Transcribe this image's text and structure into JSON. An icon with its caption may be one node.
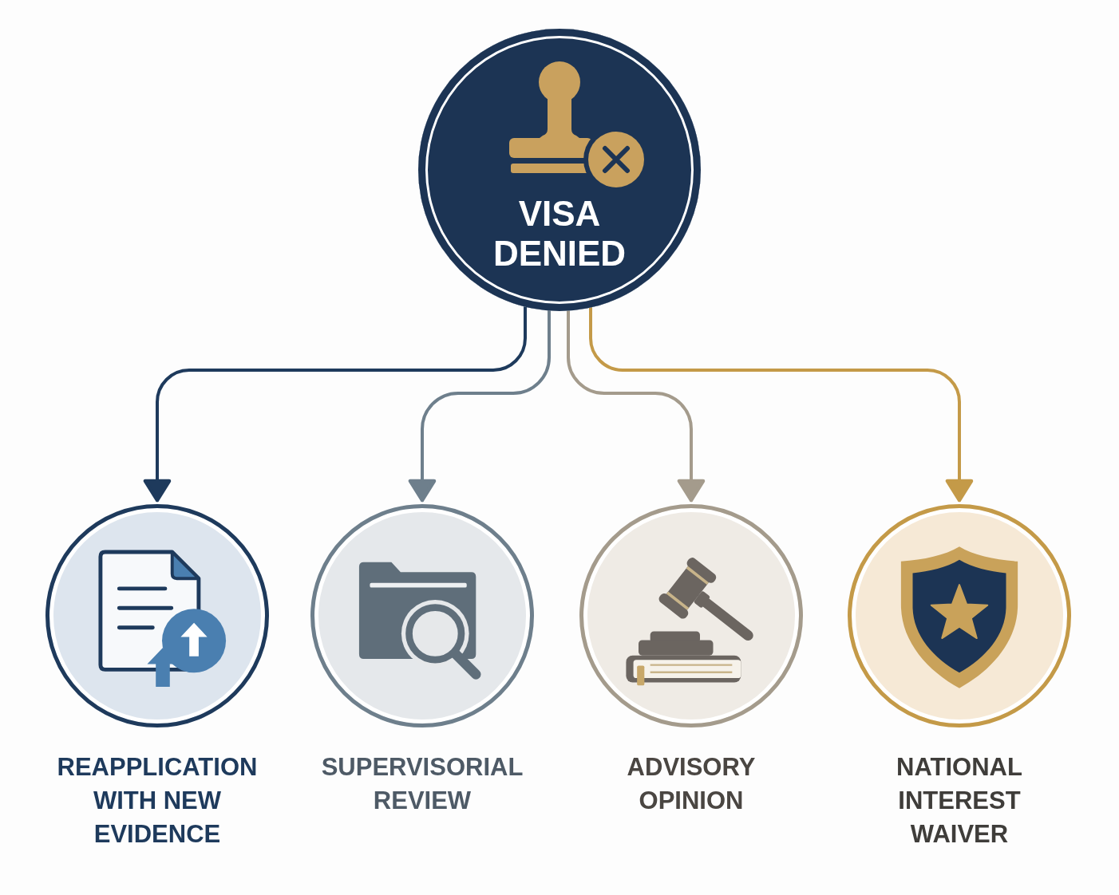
{
  "diagram": {
    "nodes": [
      {
        "text": [
          "VISA DENIED"
        ]
      },
      {
        "text": [
          "REAPPLICATION WITH NEW EVIDENCE"
        ]
      },
      {
        "text": [
          "SUPERVISORIAL REVIEW"
        ]
      },
      {
        "text": [
          "ADVISORY OPINION"
        ]
      },
      {
        "text": [
          "NATIONAL INTEREST WAIVER"
        ]
      }
    ],
    "edges": [
      {
        "from": 0,
        "to": 1,
        "arrow": "to",
        "color": "#1e3a5c"
      },
      {
        "from": 0,
        "to": 2,
        "arrow": "to",
        "color": "#6e7f8c"
      },
      {
        "from": 0,
        "to": 3,
        "arrow": "to",
        "color": "#a49b8c"
      },
      {
        "from": 0,
        "to": 4,
        "arrow": "to",
        "color": "#c49a48"
      }
    ]
  }
}
